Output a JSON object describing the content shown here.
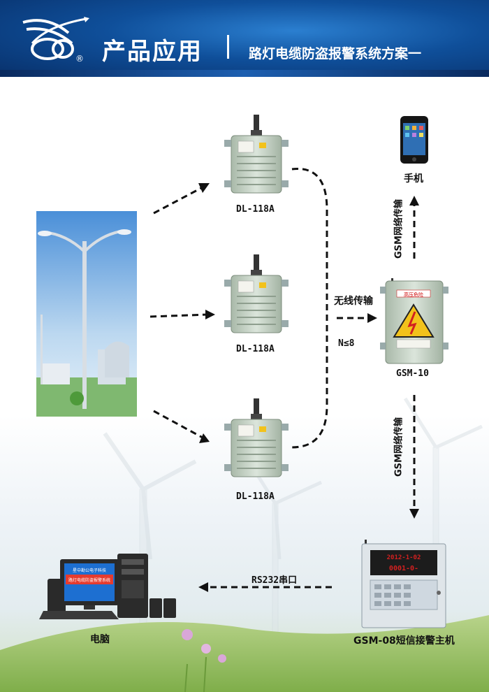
{
  "header": {
    "title": "产品应用",
    "subtitle": "路灯电缆防盗报警系统方案一",
    "logo_mark": "®"
  },
  "nodes": {
    "detector_1": "DL-118A",
    "detector_2": "DL-118A",
    "detector_3": "DL-118A",
    "gsm10": "GSM-10",
    "phone": "手机",
    "alarm_host": "GSM-08短信接警主机",
    "computer": "电脑"
  },
  "edges": {
    "wireless": "无线传输",
    "count": "N≤8",
    "gsm_up": "GSM网络传输",
    "gsm_down": "GSM网络传输",
    "rs232": "RS232串口"
  },
  "device_text": {
    "gsm10_warning": "高压危险",
    "host_display_1": "2012-1-02",
    "host_display_2": "0001-0-",
    "screen_title": "路灯电缆防盗报警系统",
    "screen_brand": "星中勘公电子科技"
  },
  "colors": {
    "header_blue": "#0f4f9a",
    "warning_yellow": "#f2c21b",
    "display_red": "#d22020",
    "screen_blue": "#1d6fd1",
    "enclosure": "#c9d6c9"
  }
}
